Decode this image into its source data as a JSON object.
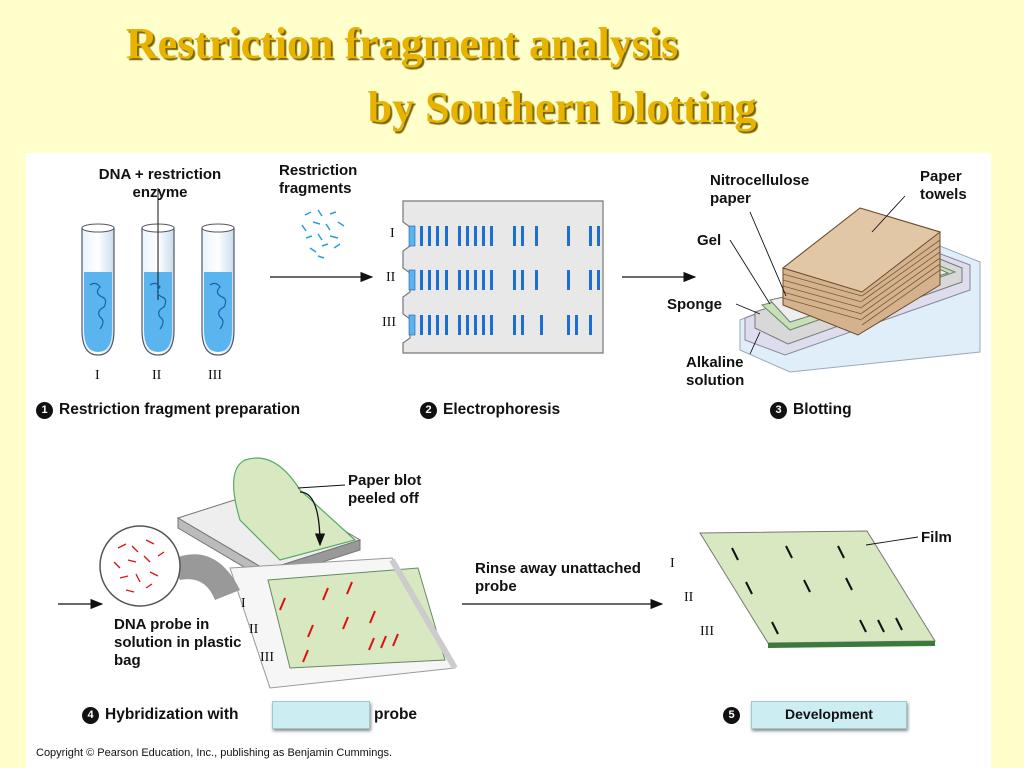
{
  "title": {
    "line1": "Restriction fragment analysis",
    "line2": "by Southern blotting"
  },
  "labels": {
    "dna_enzyme": "DNA + restriction enzyme",
    "restriction_fragments": "Restriction fragments",
    "nitrocellulose": "Nitrocellulose paper",
    "paper_towels": "Paper towels",
    "gel": "Gel",
    "sponge": "Sponge",
    "alkaline": "Alkaline solution",
    "paper_blot": "Paper blot peeled off",
    "dna_probe": "DNA probe in solution in plastic bag",
    "rinse": "Rinse away unattached probe",
    "film": "Film"
  },
  "roman": [
    "I",
    "II",
    "III"
  ],
  "steps": {
    "s1_num": "1",
    "s1": "Restriction fragment preparation",
    "s2_num": "2",
    "s2": "Electrophoresis",
    "s3_num": "3",
    "s3": "Blotting",
    "s4_num": "4",
    "s4_pre": "Hybridization with",
    "s4_post": "probe",
    "s5_num": "5",
    "s5": "Development"
  },
  "copyright": "Copyright © Pearson Education, Inc., publishing as Benjamin Cummings.",
  "colors": {
    "title": "#e8b200",
    "background": "#ffffcc",
    "band": "#1a6fd0",
    "probe": "#dd1111",
    "blot": "#d8e8c0",
    "answer_box": "#cceef2"
  }
}
